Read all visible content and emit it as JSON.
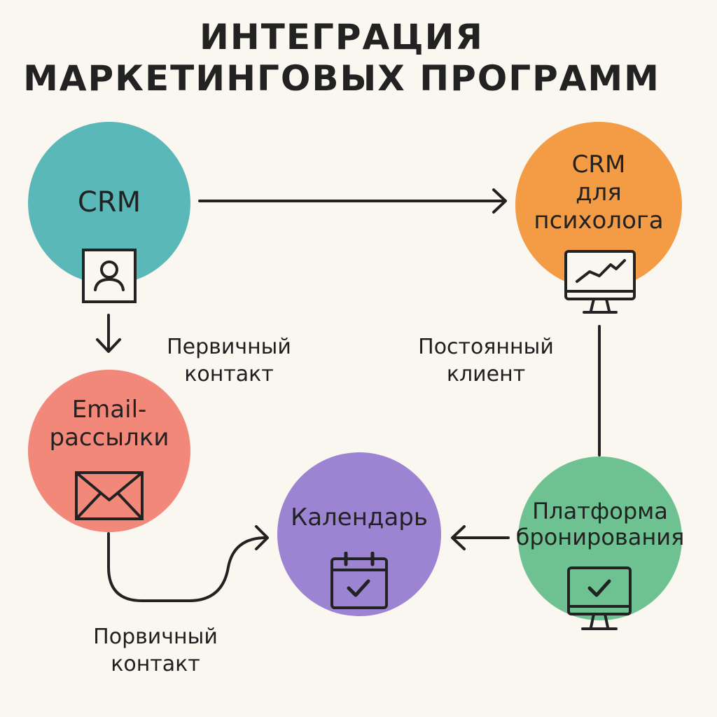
{
  "title": {
    "line1": "ИНТЕГРАЦИЯ",
    "line2": "МАРКЕТИНГОВЫХ ПРОГРАММ"
  },
  "nodes": {
    "crm": {
      "label": "CRM",
      "color": "#5ab8b9",
      "icon": "user-icon"
    },
    "crm_psychologist": {
      "line1": "CRM",
      "line2": "для",
      "line3": "психолога",
      "color": "#f39b45",
      "icon": "monitor-chart-icon"
    },
    "email": {
      "line1": "Email-",
      "line2": "рассылки",
      "color": "#f2887a",
      "icon": "envelope-icon"
    },
    "calendar": {
      "label": "Календарь",
      "color": "#9c84d3",
      "icon": "calendar-check-icon"
    },
    "booking": {
      "line1": "Платформа",
      "line2": "бронирования",
      "color": "#6ec291",
      "icon": "monitor-check-icon"
    }
  },
  "labels": {
    "primary_contact": {
      "line1": "Первичный",
      "line2": "контакт"
    },
    "regular_client": {
      "line1": "Постоянный",
      "line2": "клиент"
    },
    "primary_contact_bottom": {
      "line1": "Порвичный",
      "line2": "контакт"
    }
  },
  "colors": {
    "background": "#faf6f0",
    "stroke": "#222222"
  }
}
